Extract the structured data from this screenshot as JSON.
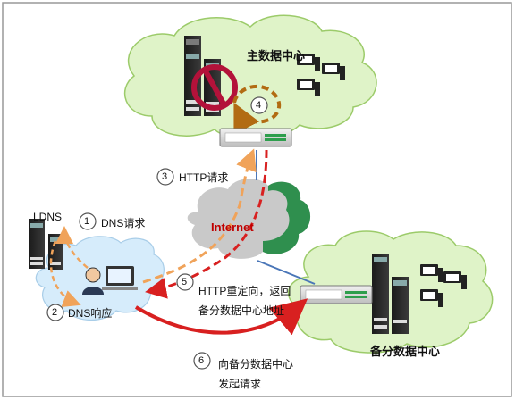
{
  "diagram": {
    "main_dc": "主数据中心",
    "backup_dc": "备分数据中心",
    "internet": "Internet",
    "ldns": "LDNS",
    "steps": [
      {
        "num": "1",
        "text": "DNS请求"
      },
      {
        "num": "2",
        "text": "DNS响应"
      },
      {
        "num": "3",
        "text": "HTTP请求"
      },
      {
        "num": "4",
        "text": ""
      },
      {
        "num": "5",
        "text_line1": "HTTP重定向，返回",
        "text_line2": "备分数据中心地址"
      },
      {
        "num": "6",
        "text_line1": "向备分数据中心",
        "text_line2": "发起请求"
      }
    ],
    "colors": {
      "cloud_fill": "#dff3c8",
      "cloud_stroke": "#9ccb6a",
      "client_cloud": "#d6ecfb",
      "internet_cloud": "#c9c9c9",
      "internet_green": "#2f8f4e",
      "internet_text": "#c00000",
      "orange_arrow": "#f0a35a",
      "red_arrow": "#d82020",
      "blue_line": "#4a76b8",
      "failure_ring": "#b3123a",
      "loop_arrow": "#b26b12"
    }
  }
}
